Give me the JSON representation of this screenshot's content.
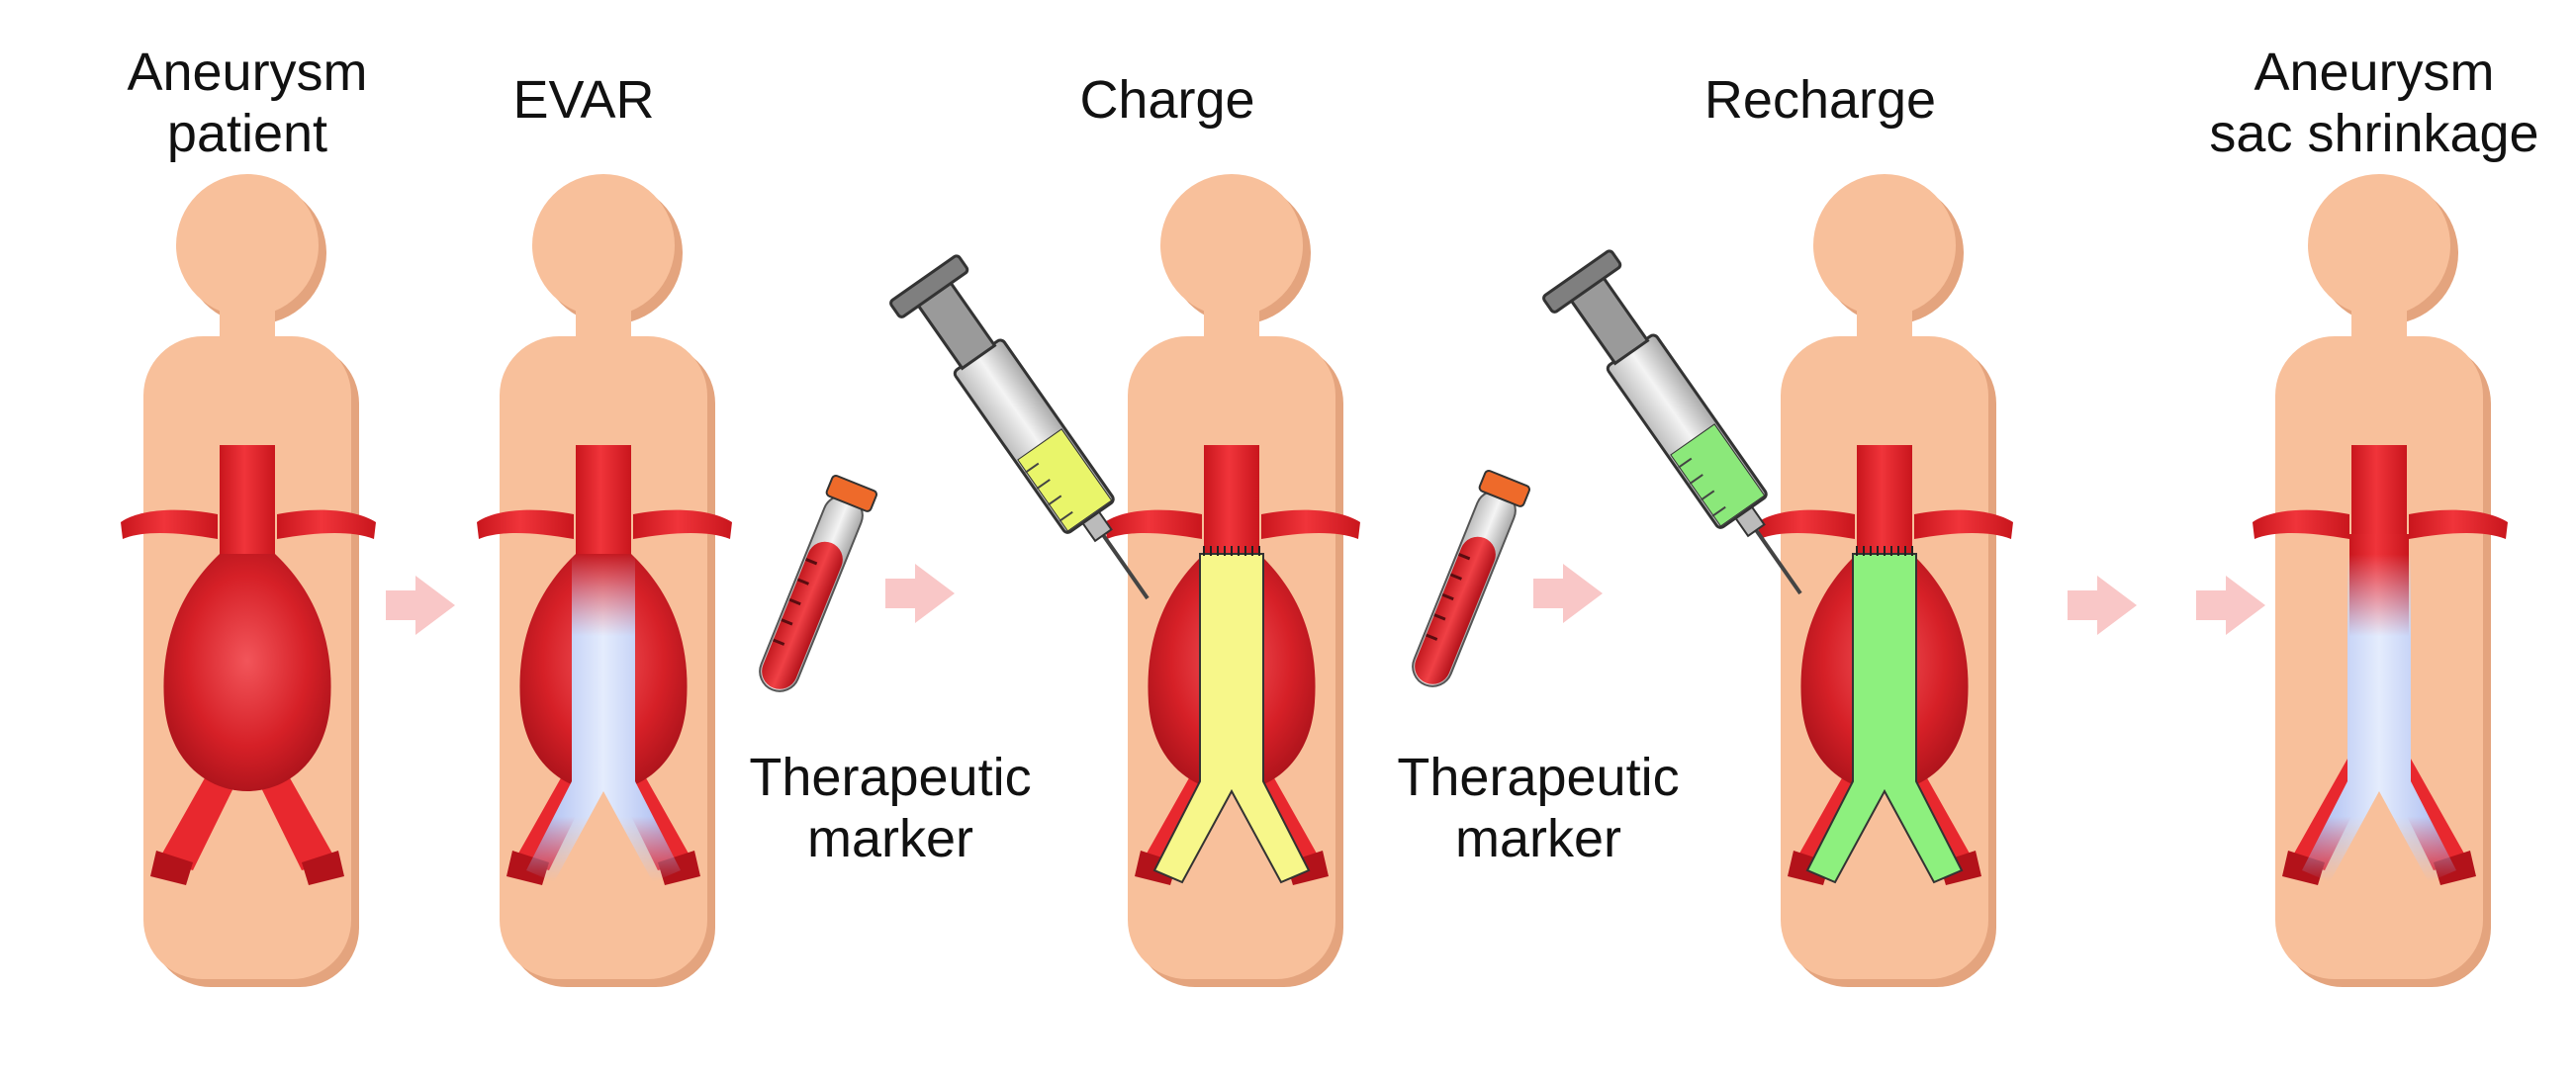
{
  "title": "",
  "colors": {
    "skin": "#f8c09b",
    "skin_shadow": "#e4a47e",
    "vessel": "#e8282e",
    "vessel_dark": "#b3121a",
    "graft_plain": "#c9d6f7",
    "graft_charge": "#f7f78a",
    "graft_recharge": "#8df07e",
    "arrow": "#f9c7c7",
    "tube_cap": "#ee6a2a",
    "syringe_body": "#d9d9d9",
    "background": "#ffffff"
  },
  "stages": [
    {
      "id": "patient",
      "title_lines": [
        "Aneurysm",
        "patient"
      ],
      "graft": "none",
      "aneurysm": "large"
    },
    {
      "id": "evar",
      "title_lines": [
        "EVAR"
      ],
      "graft": "plain",
      "aneurysm": "large"
    },
    {
      "id": "charge",
      "title_lines": [
        "Charge"
      ],
      "graft": "charge",
      "aneurysm": "large",
      "syringe_fill": "#e9f56a"
    },
    {
      "id": "recharge",
      "title_lines": [
        "Recharge"
      ],
      "graft": "recharge",
      "aneurysm": "large",
      "syringe_fill": "#8be87a"
    },
    {
      "id": "shrinkage",
      "title_lines": [
        "Aneurysm",
        "sac shrinkage"
      ],
      "graft": "plain",
      "aneurysm": "none"
    }
  ],
  "markers": [
    {
      "id": "marker-1",
      "label_lines": [
        "Therapeutic",
        "marker"
      ]
    },
    {
      "id": "marker-2",
      "label_lines": [
        "Therapeutic",
        "marker"
      ]
    }
  ]
}
